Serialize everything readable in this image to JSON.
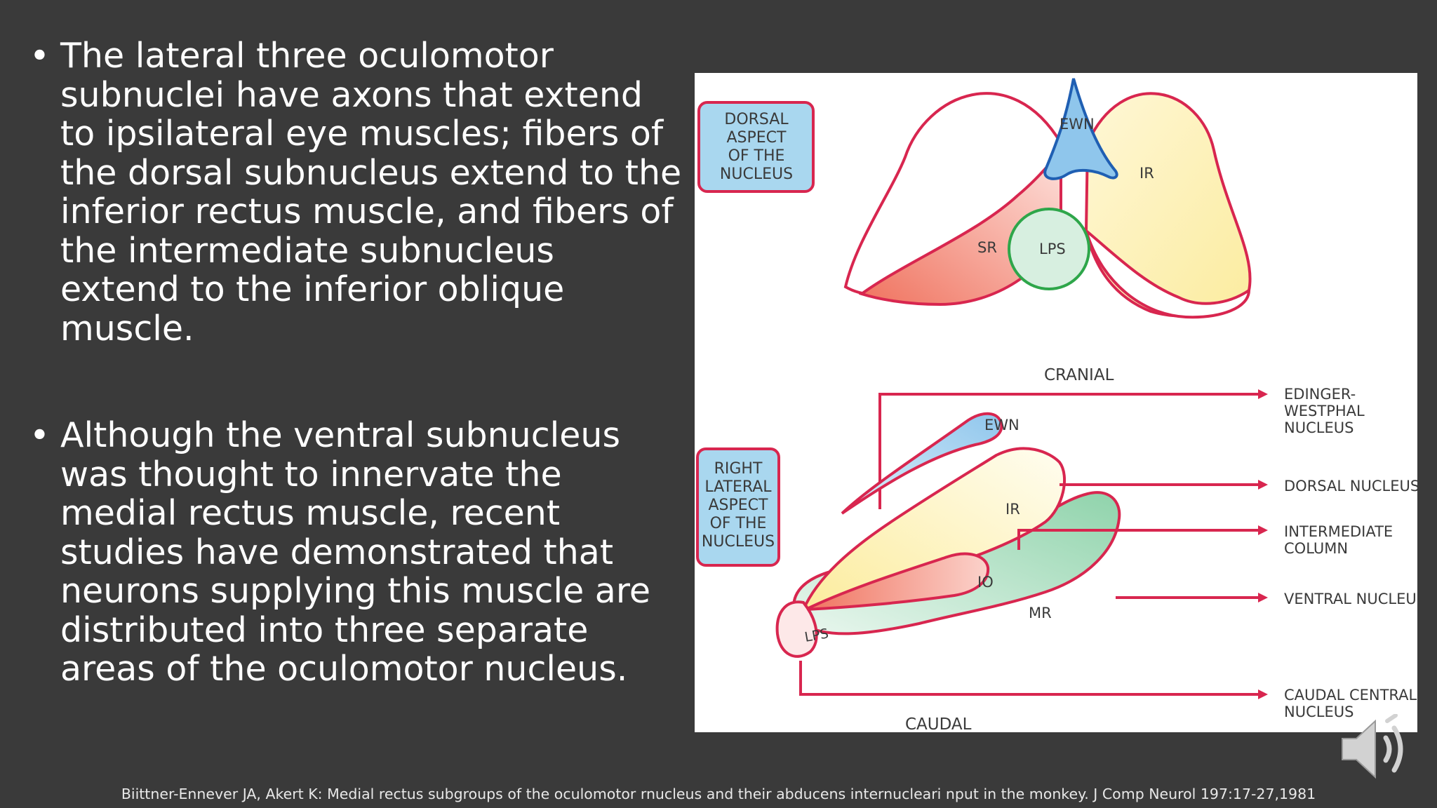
{
  "slide": {
    "bullets": [
      "The lateral three oculomotor subnuclei have axons that extend to ipsilateral eye muscles; fibers of the dorsal subnucleus extend to the inferior rectus muscle, and fibers of the intermediate subnucleus extend to the inferior oblique muscle.",
      "Although the ventral subnucleus was thought to innervate the medial rectus muscle, recent studies have demonstrated that neurons supplying this muscle are distributed into three separate areas of the oculomotor nucleus."
    ],
    "bullet_glyph": "•",
    "citation": "Biittner-Ennever JA, Akert K: Medial rectus subgroups of the oculomotor rnucleus and their abducens internucleari nput in the monkey. J Comp Neurol 197:17-27,1981"
  },
  "figure": {
    "dorsal_box": [
      "DORSAL",
      "ASPECT",
      "OF THE",
      "NUCLEUS"
    ],
    "lateral_box": [
      "RIGHT",
      "LATERAL",
      "ASPECT",
      "OF THE",
      "NUCLEUS"
    ],
    "top": {
      "ewn": "EWN",
      "ir": "IR",
      "sr": "SR",
      "lps": "LPS"
    },
    "cranial": "CRANIAL",
    "caudal": "CAUDAL",
    "bottom": {
      "ewn": "EWN",
      "ir": "IR",
      "io": "IO",
      "mr": "MR",
      "lps": "LPS"
    },
    "arrows": {
      "ew": [
        "EDINGER-",
        "WESTPHAL",
        "NUCLEUS"
      ],
      "dorsal": "DORSAL NUCLEUS",
      "intermediate": [
        "INTERMEDIATE",
        "COLUMN"
      ],
      "ventral": "VENTRAL NUCLEUS",
      "caudal_central": [
        "CAUDAL CENTRAL",
        "NUCLEUS"
      ]
    }
  },
  "colors": {
    "background": "#3a3a3a",
    "outline_red": "#d8264f",
    "box_blue": "#a9d7ef",
    "sr_red": "#f0735f",
    "ir_yellow": "#fdf2c0",
    "mr_green": "#a8dcbc",
    "lps_green_outline": "#2ea64a",
    "ewn_blue": "#8fc6ec",
    "ewn_outline": "#1f5fb3"
  },
  "icons": [
    "speaker-icon"
  ]
}
